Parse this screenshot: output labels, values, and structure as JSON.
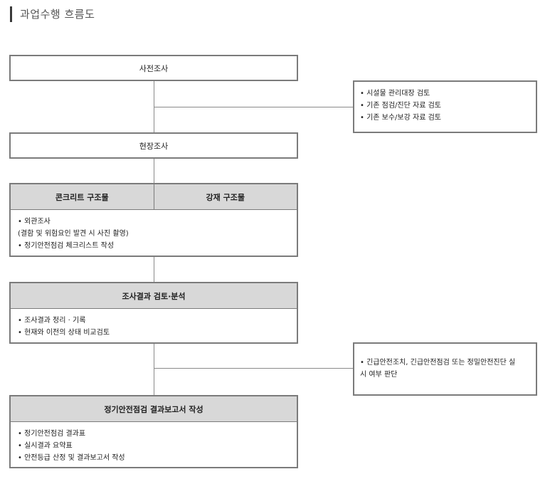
{
  "page_title": "과업수행 흐름도",
  "step1": {
    "label": "사전조사"
  },
  "step1_note": {
    "items": [
      "• 시설물 관리대장 검토",
      "• 기존 점검/진단 자료 검토",
      "• 기존 보수/보강 자료 검토"
    ]
  },
  "step2": {
    "label": "현장조사"
  },
  "step3": {
    "headers": [
      "콘크리트 구조물",
      "강재 구조물"
    ],
    "items": [
      "• 외관조사",
      "(결함 및 위험요인 발견 시 사진 촬영)",
      "• 정기안전점검 체크리스트 작성"
    ]
  },
  "step4": {
    "header": "조사결과 검토·분석",
    "items": [
      "• 조사결과 정리 · 기록",
      "• 현재와 이전의 상태 비교검토"
    ]
  },
  "step4_note": {
    "items": [
      "• 긴급안전조치, 긴급안전점검 또는 정밀안전진단 실",
      "시 여부 판단"
    ]
  },
  "step5": {
    "header": "정기안전점검 결과보고서 작성",
    "items": [
      "• 정기안전점검 결과표",
      "• 실시결과 요약표",
      "• 안전등급 산정 및 결과보고서 작성"
    ]
  }
}
